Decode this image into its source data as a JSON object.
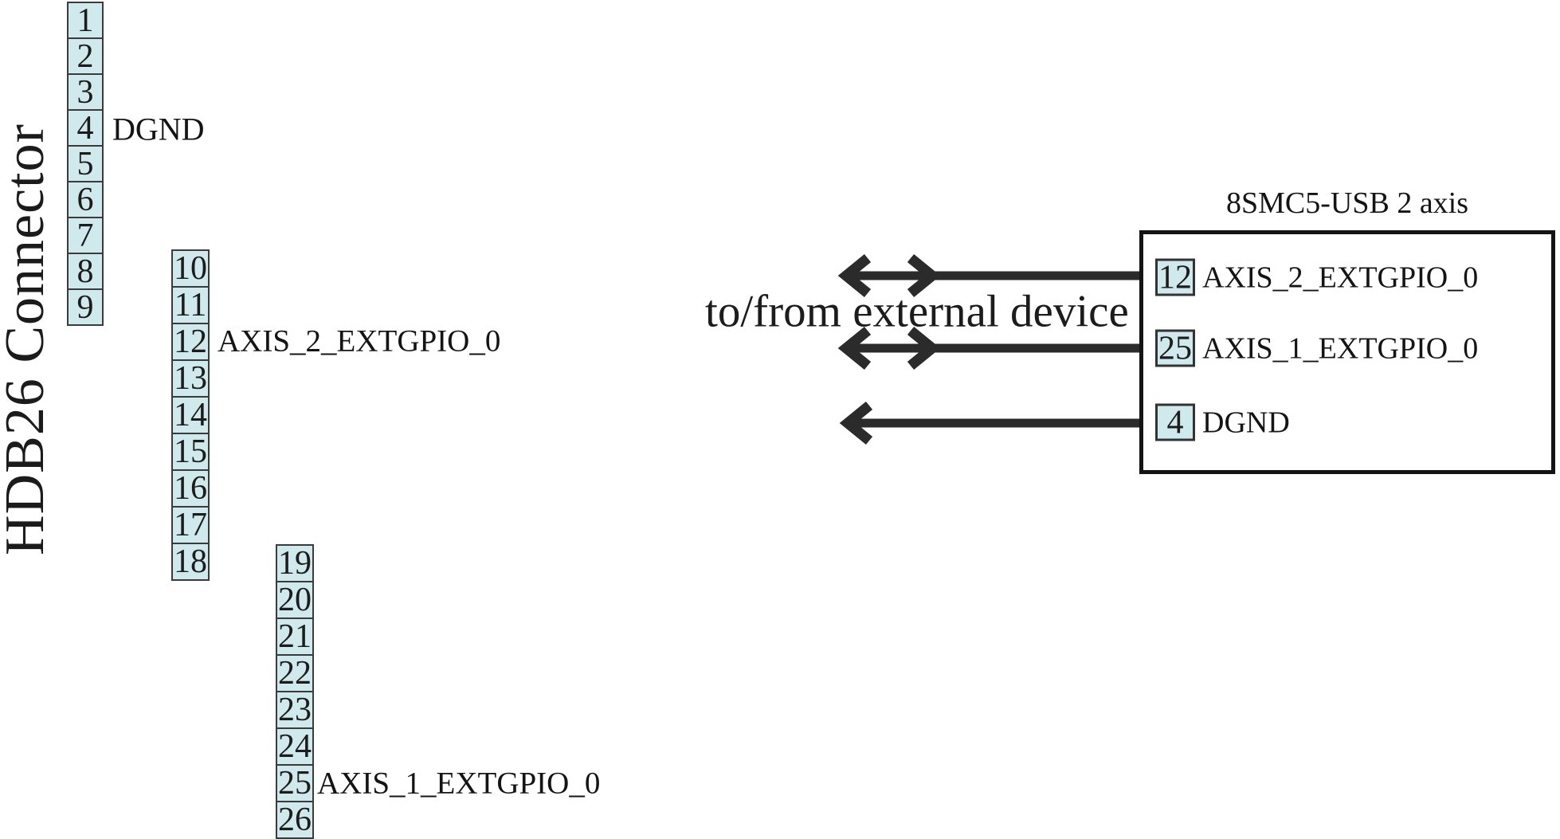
{
  "left_connector": {
    "title": "HDB26 Connector",
    "columns": [
      {
        "pins": [
          "1",
          "2",
          "3",
          "4",
          "5",
          "6",
          "7",
          "8",
          "9"
        ]
      },
      {
        "pins": [
          "10",
          "11",
          "12",
          "13",
          "14",
          "15",
          "16",
          "17",
          "18"
        ]
      },
      {
        "pins": [
          "19",
          "20",
          "21",
          "22",
          "23",
          "24",
          "25",
          "26"
        ]
      }
    ],
    "pin_labels": [
      {
        "pin": "4",
        "label": "DGND"
      },
      {
        "pin": "12",
        "label": "AXIS_2_EXTGPIO_0"
      },
      {
        "pin": "25",
        "label": "AXIS_1_EXTGPIO_0"
      }
    ]
  },
  "annotation": {
    "text": "to/from external device"
  },
  "arrows": [
    {
      "signal": "AXIS_2_EXTGPIO_0",
      "direction": "bidirectional"
    },
    {
      "signal": "AXIS_1_EXTGPIO_0",
      "direction": "bidirectional"
    },
    {
      "signal": "DGND",
      "direction": "left"
    }
  ],
  "device_box": {
    "title": "8SMC5-USB 2 axis",
    "rows": [
      {
        "pin": "12",
        "label": "AXIS_2_EXTGPIO_0"
      },
      {
        "pin": "25",
        "label": "AXIS_1_EXTGPIO_0"
      },
      {
        "pin": "4",
        "label": "DGND"
      }
    ]
  },
  "colors": {
    "pin_fill": "#cfe9ec",
    "pin_border": "#3b3b3b",
    "line": "#2b2b2b",
    "box_border": "#141414",
    "text": "#141414"
  }
}
